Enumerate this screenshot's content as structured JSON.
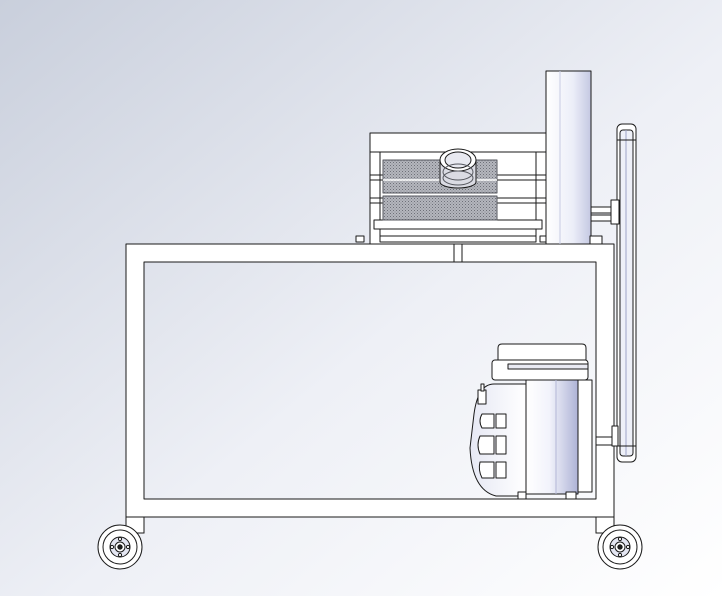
{
  "viewport": {
    "background_top_left": "#c9cfdc",
    "background_bottom_right": "#ffffff"
  },
  "drawing": {
    "view": "side elevation",
    "line_color": "#1a1a1a",
    "part_fill": "#ffffff",
    "shade_fill": "#c7cbe3",
    "mesh_fill": "#9ea0a8",
    "components": [
      "frame",
      "caster-wheel-left",
      "caster-wheel-right",
      "hopper-housing",
      "roller-mesh",
      "feed-tube",
      "drive-column",
      "pulley-wheel",
      "motor"
    ]
  }
}
